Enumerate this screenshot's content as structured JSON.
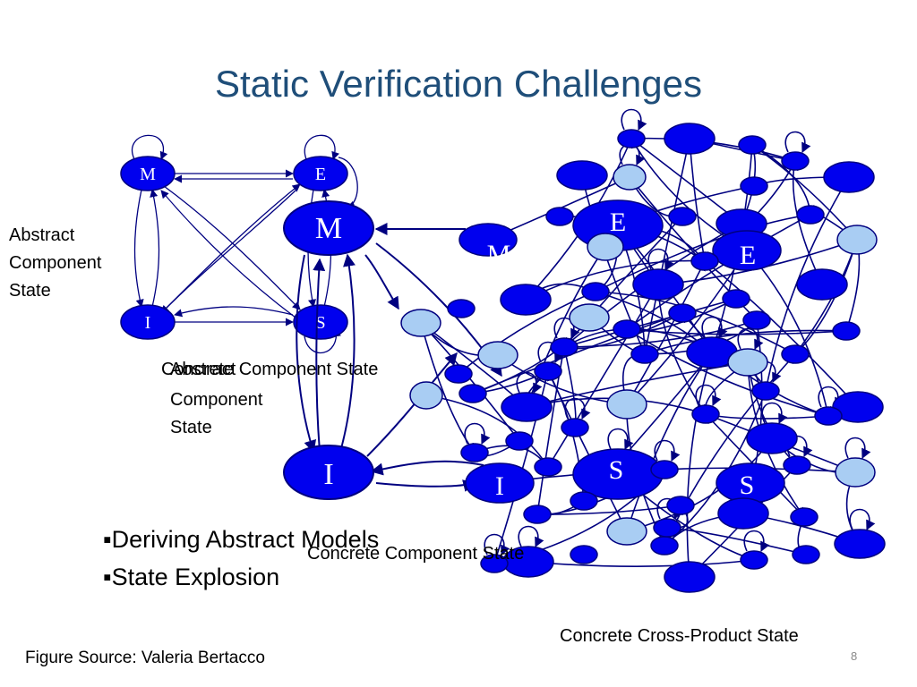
{
  "title": "Static Verification Challenges",
  "abstract_component_state_label": "Abstract Component State",
  "overlap_text_concrete": "Concrete Component State",
  "overlap_text_abstract": "Abstract",
  "concrete_component_state_label": "Component State",
  "bullets": [
    "Deriving Abstract Models",
    "State Explosion"
  ],
  "bullet_marker": "▪",
  "concrete_component_state_under": "Concrete Component State",
  "cross_product_label": "Concrete Cross-Product State",
  "figure_source": "Figure Source: Valeria Bertacco",
  "slide_number": "8",
  "small_states": [
    "M",
    "E",
    "I",
    "S"
  ],
  "big_states": [
    "M",
    "I"
  ],
  "cloud_states": [
    "M",
    "E",
    "E",
    "I",
    "S",
    "S"
  ],
  "colors": {
    "title": "#1f4e79",
    "node_fill": "#0000ee",
    "node_stroke": "#000080",
    "light_node": "#a9cdf3",
    "edge": "#000080"
  }
}
